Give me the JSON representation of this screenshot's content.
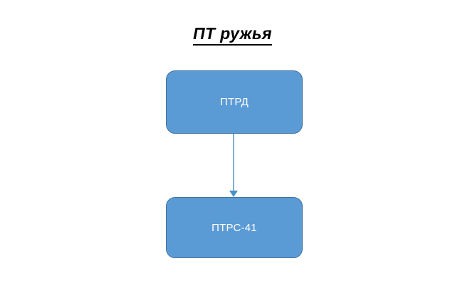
{
  "diagram": {
    "title": "ПТ ружья",
    "background_color": "#ffffff",
    "node_fill_color": "#5b9bd5",
    "node_border_color": "#41719c",
    "node_text_color": "#ffffff",
    "connector_color": "#4a90c4",
    "title_color": "#000000",
    "nodes": [
      {
        "id": "ptrd",
        "label": "ПТРД"
      },
      {
        "id": "ptrs41",
        "label": "ПТРС-41"
      }
    ],
    "connectors": [
      {
        "id": "ptrd-to-ptrs41",
        "from": "ptrd",
        "to": "ptrs41",
        "arrowhead": "down-triangle"
      }
    ]
  }
}
